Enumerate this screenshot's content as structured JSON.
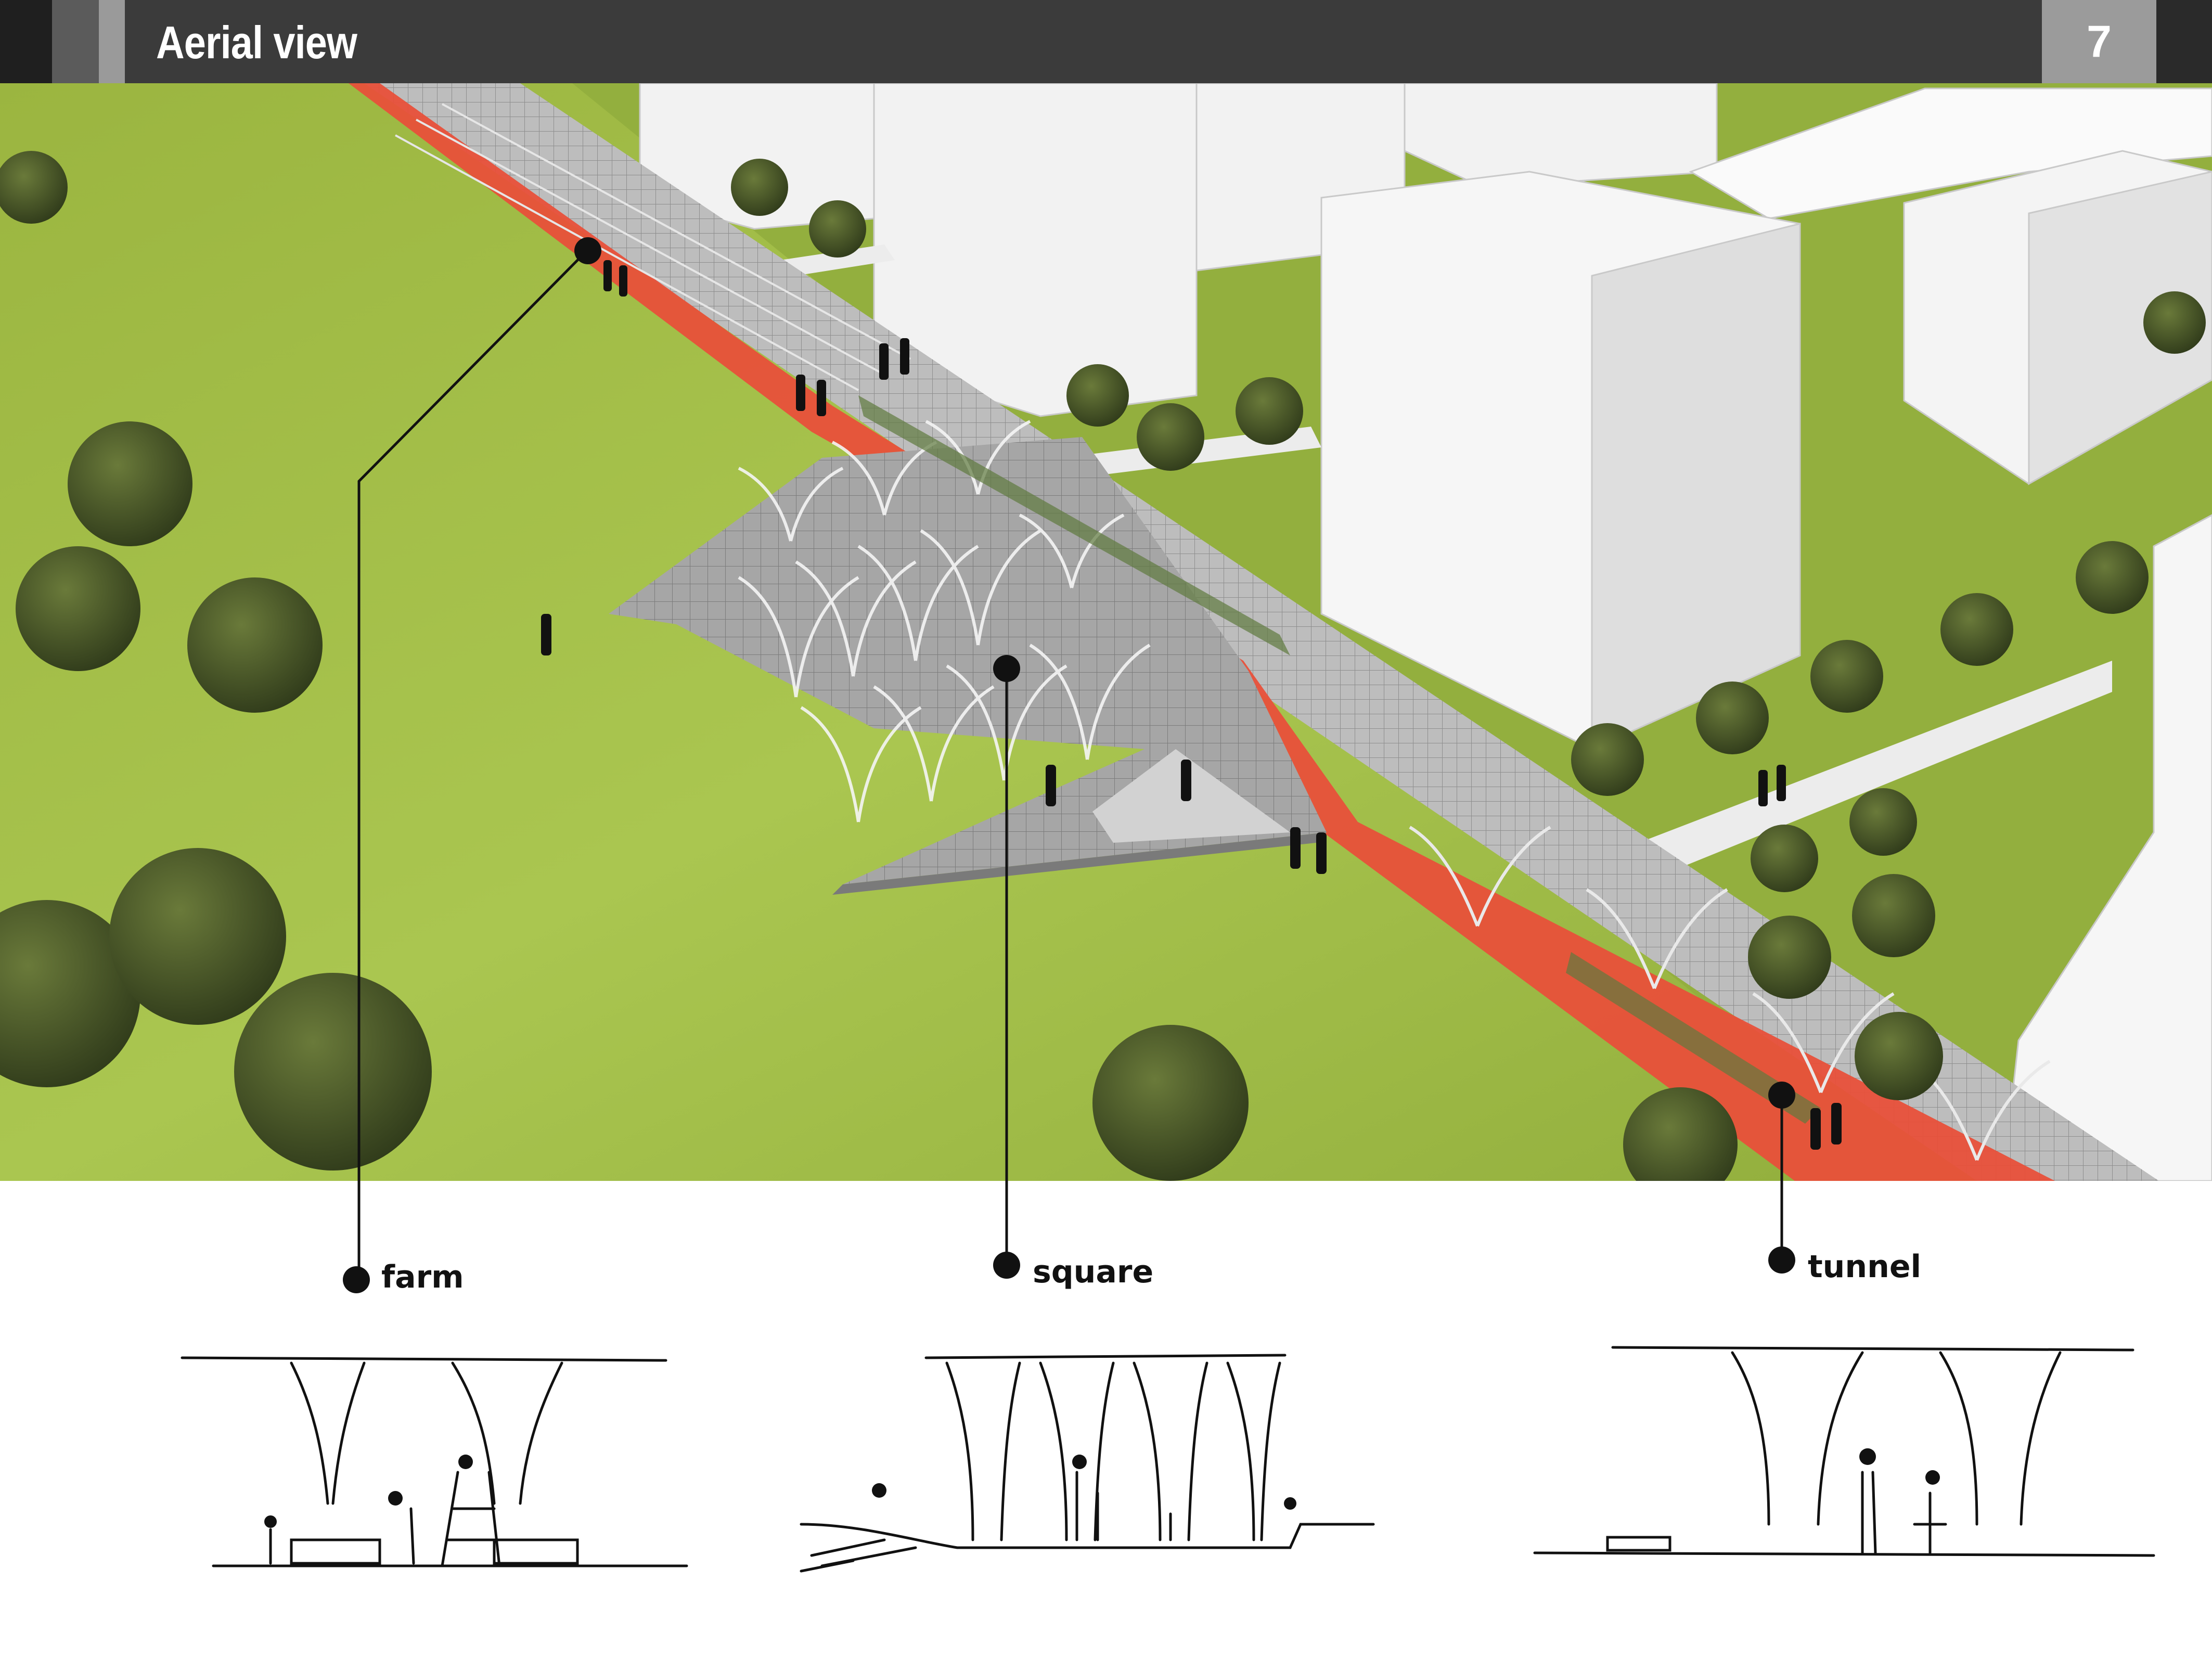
{
  "header": {
    "title": "Aerial view",
    "page_number": "7"
  },
  "colors": {
    "header_bg": "#3b3b3b",
    "grass": "#a9c24a",
    "red_path": "#e8503a",
    "paving": "#b7b7b7",
    "building": "#f1f1f1"
  },
  "callouts": [
    {
      "label": "farm",
      "icon": "marker-dot-icon"
    },
    {
      "label": "square",
      "icon": "marker-dot-icon"
    },
    {
      "label": "tunnel",
      "icon": "marker-dot-icon"
    }
  ]
}
